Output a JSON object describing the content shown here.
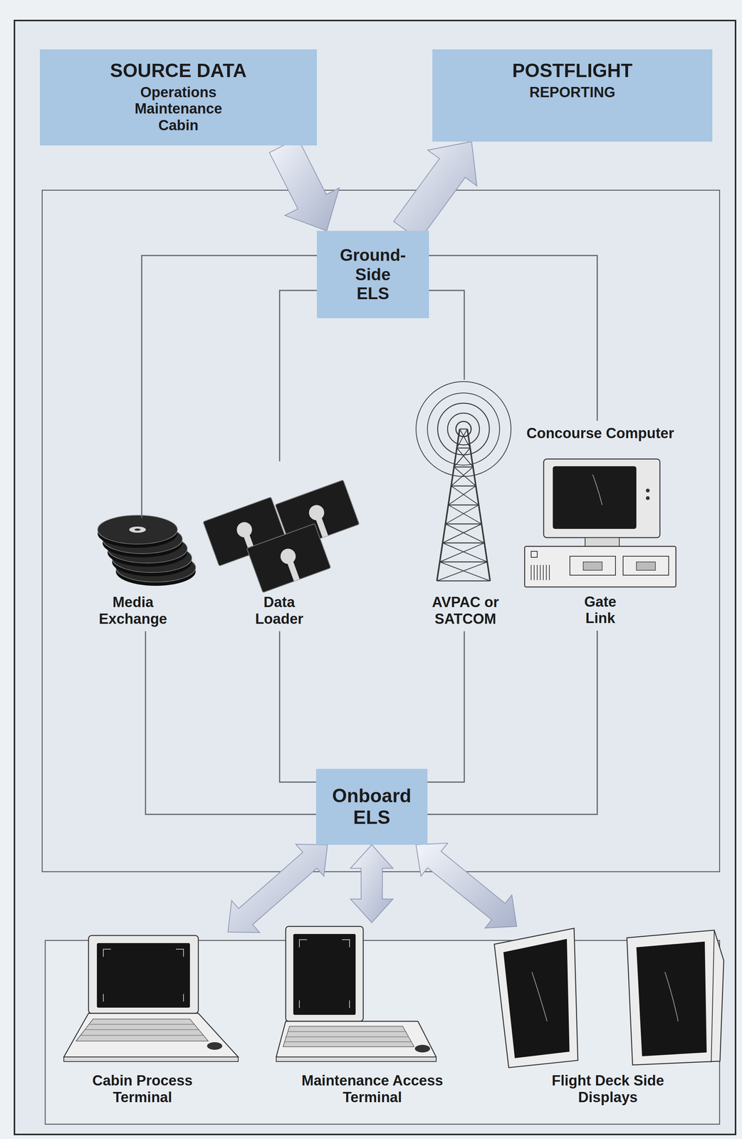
{
  "diagram": {
    "nodes": [
      {
        "text": [
          "SOURCE DATA",
          "Operations Maintenance Cabin"
        ]
      },
      {
        "text": [
          "POSTFLIGHT",
          "REPORTING"
        ]
      },
      {
        "text": [
          "Ground-Side ELS"
        ]
      },
      {
        "text": [
          "Media Exchange"
        ]
      },
      {
        "text": [
          "Data Loader"
        ]
      },
      {
        "text": [
          "AVPAC or SATCOM"
        ]
      },
      {
        "text": [
          "Concourse Computer",
          "Gate Link"
        ]
      },
      {
        "text": [
          "Onboard ELS"
        ]
      },
      {
        "text": [
          "Cabin Process Terminal"
        ]
      },
      {
        "text": [
          "Maintenance Access Terminal"
        ]
      },
      {
        "text": [
          "Flight Deck Side Displays"
        ]
      }
    ],
    "edges": [
      {
        "from": 0,
        "to": 2,
        "arrow": "to"
      },
      {
        "from": 2,
        "to": 1,
        "arrow": "to"
      },
      {
        "from": 2,
        "to": 3,
        "arrow": "none"
      },
      {
        "from": 2,
        "to": 4,
        "arrow": "none"
      },
      {
        "from": 2,
        "to": 5,
        "arrow": "none"
      },
      {
        "from": 2,
        "to": 6,
        "arrow": "none"
      },
      {
        "from": 3,
        "to": 7,
        "arrow": "none"
      },
      {
        "from": 4,
        "to": 7,
        "arrow": "none"
      },
      {
        "from": 5,
        "to": 7,
        "arrow": "none"
      },
      {
        "from": 6,
        "to": 7,
        "arrow": "none"
      },
      {
        "from": 7,
        "to": 8,
        "arrow": "both"
      },
      {
        "from": 7,
        "to": 9,
        "arrow": "both"
      },
      {
        "from": 7,
        "to": 10,
        "arrow": "both"
      }
    ]
  }
}
